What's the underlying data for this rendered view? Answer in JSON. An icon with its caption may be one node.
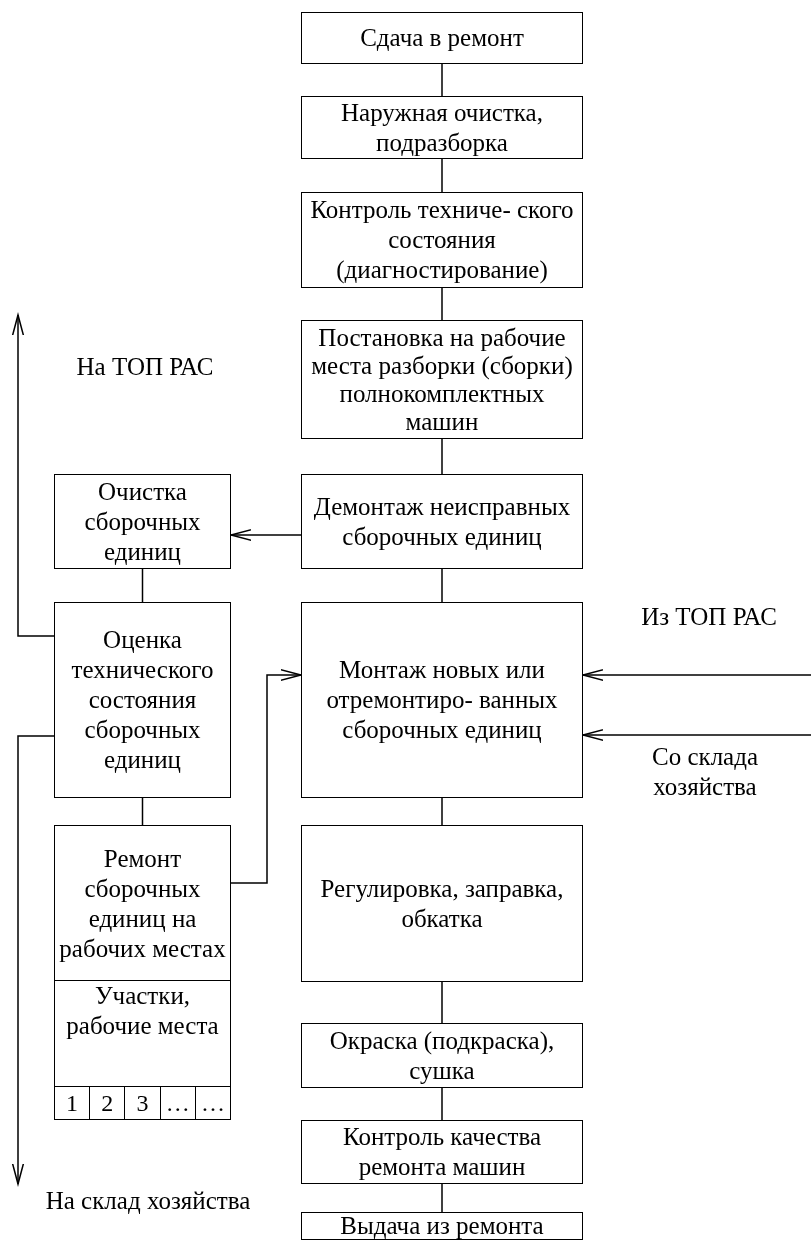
{
  "diagram": {
    "nodes": [
      {
        "text": [
          "Сдача в ремонт"
        ]
      },
      {
        "text": [
          "Наружная очистка, подразборка"
        ]
      },
      {
        "text": [
          "Контроль техниче- ского состояния (диагностирование)"
        ]
      },
      {
        "text": [
          "Постановка на рабочие места разборки (сборки) полнокомплектных машин"
        ]
      },
      {
        "text": [
          "Демонтаж неисправных сборочных единиц"
        ]
      },
      {
        "text": [
          "Очистка сборочных единиц"
        ]
      },
      {
        "text": [
          "Оценка технического состояния сборочных единиц"
        ]
      },
      {
        "text": [
          "Монтаж новых или отремонтиро- ванных сборочных единиц"
        ]
      },
      {
        "text": [
          "Ремонт сборочных единиц на рабочих местах"
        ]
      },
      {
        "text": [
          "Участки, рабочие места"
        ]
      },
      {
        "text": [
          "Регулировка, заправка, обкатка"
        ]
      },
      {
        "text": [
          "Окраска (подкраска), сушка"
        ]
      },
      {
        "text": [
          "Контроль качества ремонта машин"
        ]
      },
      {
        "text": [
          "Выдача из ремонта"
        ]
      }
    ],
    "edges": [
      {
        "from": 0,
        "to": 1,
        "arrow": "none"
      },
      {
        "from": 1,
        "to": 2,
        "arrow": "none"
      },
      {
        "from": 2,
        "to": 3,
        "arrow": "none"
      },
      {
        "from": 3,
        "to": 4,
        "arrow": "none"
      },
      {
        "from": 4,
        "to": 5,
        "arrow": "to"
      },
      {
        "from": 4,
        "to": 7,
        "arrow": "none"
      },
      {
        "from": 5,
        "to": 6,
        "arrow": "none"
      },
      {
        "from": 6,
        "to": null,
        "arrow": "to"
      },
      {
        "from": 6,
        "to": null,
        "arrow": "to"
      },
      {
        "from": 6,
        "to": 8,
        "arrow": "none"
      },
      {
        "from": 8,
        "to": 7,
        "arrow": "to"
      },
      {
        "from": null,
        "to": 7,
        "arrow": "to"
      },
      {
        "from": null,
        "to": 7,
        "arrow": "to"
      },
      {
        "from": 7,
        "to": 10,
        "arrow": "none"
      },
      {
        "from": 10,
        "to": 11,
        "arrow": "none"
      },
      {
        "from": 11,
        "to": 12,
        "arrow": "none"
      },
      {
        "from": 12,
        "to": 13,
        "arrow": "none"
      }
    ],
    "labels": [
      "На ТОП РАС",
      "Из ТОП РАС",
      "Со склада хозяйства",
      "1",
      "2",
      "3",
      "…",
      "…",
      "На склад хозяйства"
    ]
  }
}
